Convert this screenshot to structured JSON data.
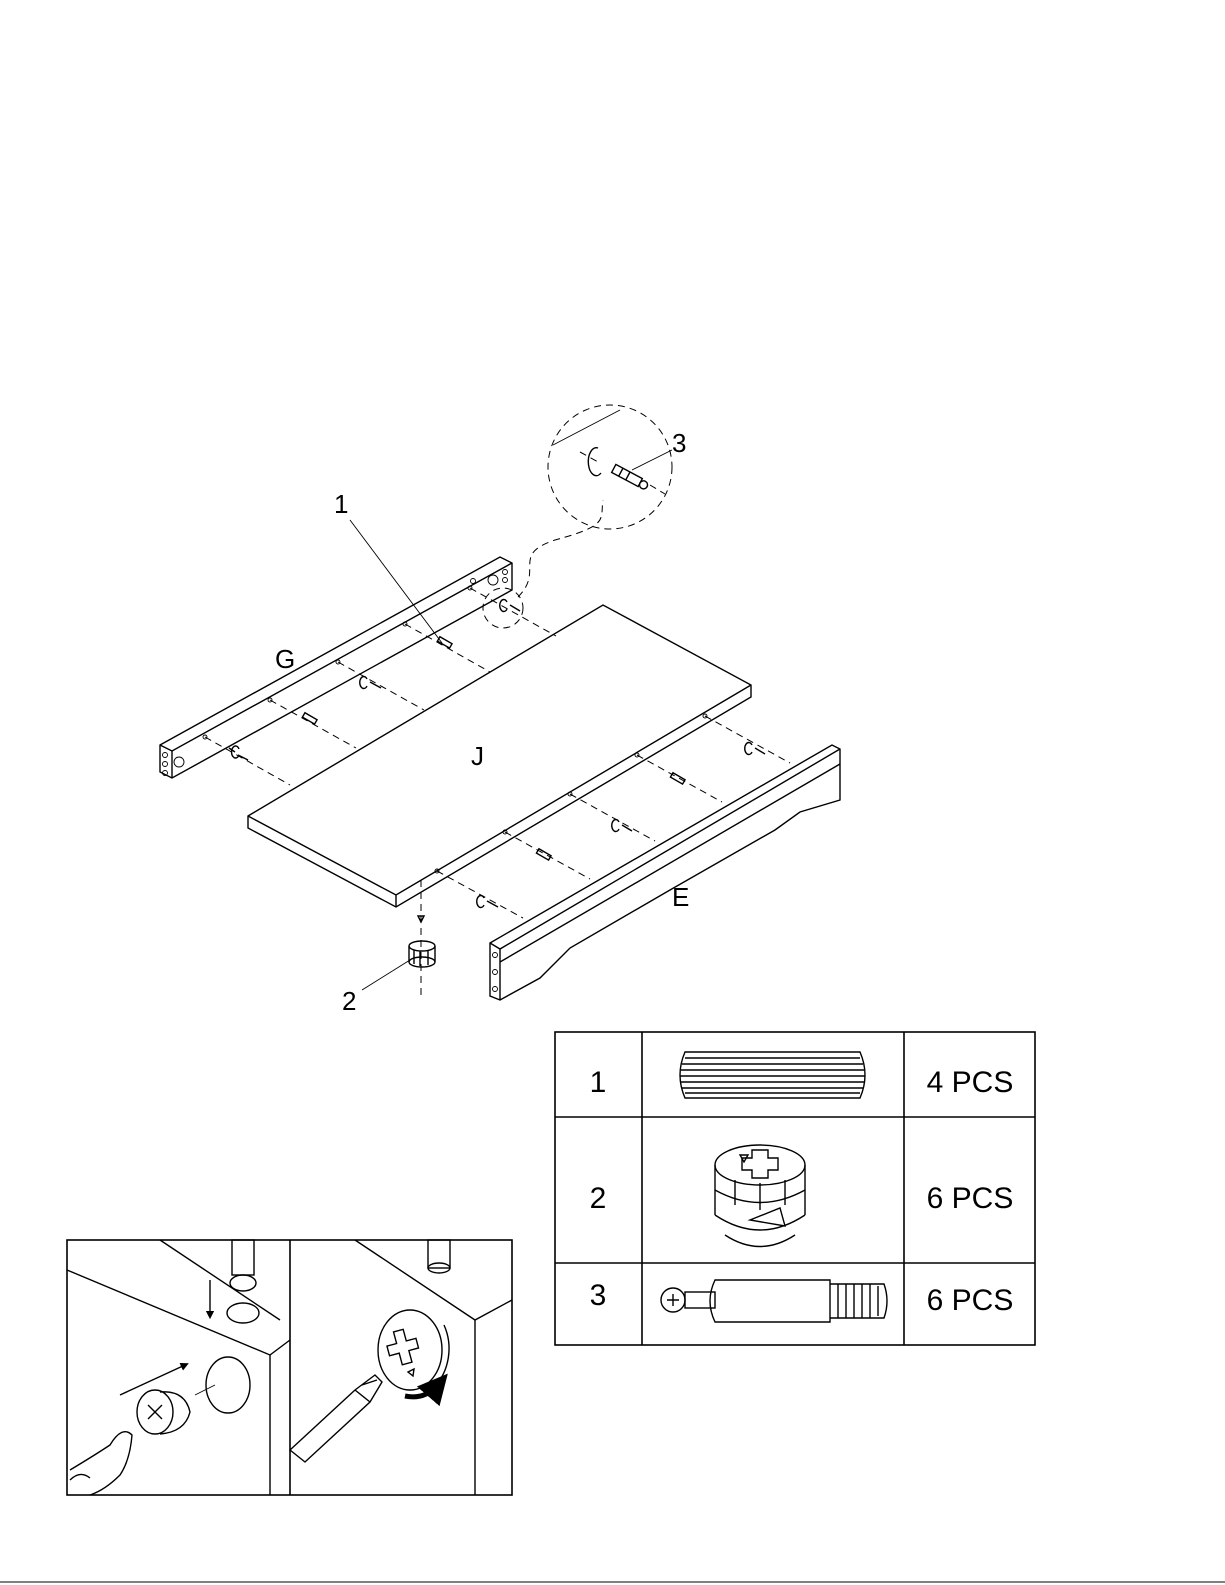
{
  "panels": {
    "shelf": "J",
    "back_rail": "G",
    "front_rail": "E"
  },
  "callouts": [
    "1",
    "2",
    "3"
  ],
  "parts_table": [
    {
      "number": "1",
      "icon": "wood-dowel-icon",
      "quantity": "4 PCS"
    },
    {
      "number": "2",
      "icon": "cam-lock-icon",
      "quantity": "6 PCS"
    },
    {
      "number": "3",
      "icon": "cam-bolt-icon",
      "quantity": "6 PCS"
    }
  ]
}
